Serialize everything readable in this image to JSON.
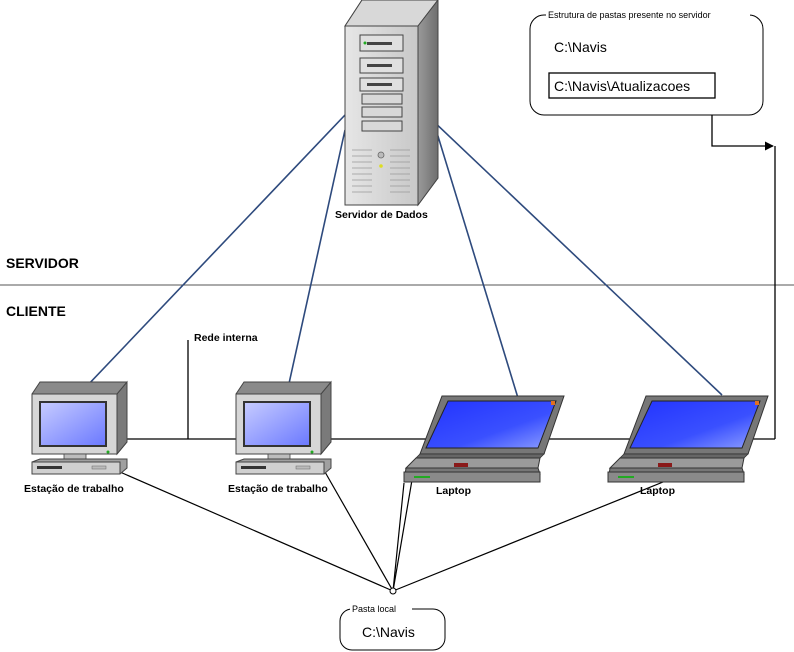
{
  "server": {
    "label": "Servidor de Dados",
    "icon": "server-tower-icon"
  },
  "zones": {
    "top": "SERVIDOR",
    "bottom": "CLIENTE"
  },
  "network_label": "Rede interna",
  "server_folders": {
    "title": "Estrutura de pastas presente no servidor",
    "path_root": "C:\\Navis",
    "path_updates": "C:\\Navis\\Atualizacoes"
  },
  "clients": [
    {
      "label": "Estação de trabalho",
      "icon": "desktop-computer-icon"
    },
    {
      "label": "Estação de trabalho",
      "icon": "desktop-computer-icon"
    },
    {
      "label": "Laptop",
      "icon": "laptop-icon"
    },
    {
      "label": "Laptop",
      "icon": "laptop-icon"
    }
  ],
  "local_folder": {
    "title": "Pasta local",
    "path": "C:\\Navis"
  },
  "colors": {
    "server_links": "#2e4a7d",
    "wires": "#000000",
    "screen": "#3a50ff"
  }
}
